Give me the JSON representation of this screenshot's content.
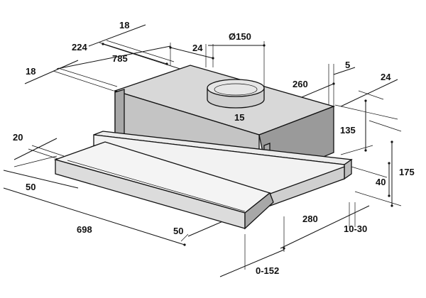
{
  "colors": {
    "line": "#111111",
    "body_fill": "#bdbdbd",
    "body_dark": "#8c8c8c",
    "face_light": "#e6e6e6",
    "frame_fill": "#f2f2f2",
    "background": "#ffffff"
  },
  "dimensions": {
    "d18_top": "18",
    "d224": "224",
    "d18_left": "18",
    "d785": "785",
    "d24_top": "24",
    "d150": "Ø150",
    "d5": "5",
    "d260": "260",
    "d24_right": "24",
    "d15": "15",
    "d135": "135",
    "d175": "175",
    "d40": "40",
    "d20": "20",
    "d50_left": "50",
    "d698": "698",
    "d50_front": "50",
    "d280": "280",
    "d10_30": "10-30",
    "d0_152": "0-152"
  }
}
